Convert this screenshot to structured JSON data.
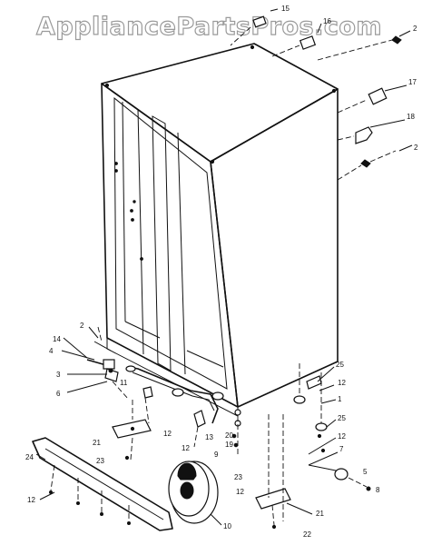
{
  "watermark": "AppliancePartsPros.com",
  "callouts": {
    "c15": "15",
    "c16": "16",
    "c2a": "2",
    "c17": "17",
    "c18": "18",
    "c2b": "2",
    "c2c": "2",
    "c14": "14",
    "c4": "4",
    "c3": "3",
    "c6": "6",
    "c11": "11",
    "c12a": "12",
    "c13": "13",
    "c21a": "21",
    "c12b": "12",
    "c9": "9",
    "c20": "20",
    "c19": "19",
    "c25a": "25",
    "c12c": "12",
    "c1": "1",
    "c25b": "25",
    "c12d": "12",
    "c7": "7",
    "c5": "5",
    "c8": "8",
    "c23a": "23",
    "c24": "24",
    "c12e": "12",
    "c23b": "23",
    "c12f": "12",
    "c21b": "21",
    "c10": "10",
    "c22": "22"
  }
}
